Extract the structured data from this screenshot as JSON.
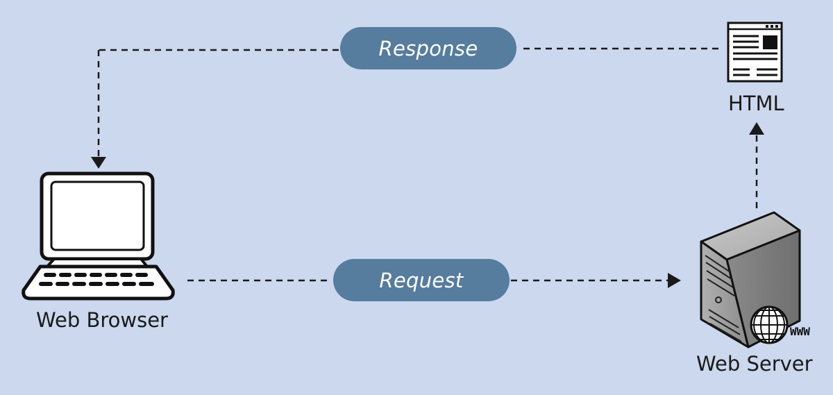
{
  "labels": {
    "response": "Response",
    "request": "Request",
    "html": "HTML",
    "web_browser": "Web Browser",
    "web_server": "Web Server",
    "www": "WWW"
  },
  "icons": [
    "laptop-icon",
    "html-document-icon",
    "server-icon",
    "globe-icon"
  ],
  "colors": {
    "background": "#cbd8ee",
    "pill": "#567c9e",
    "pill_text": "#ffffff",
    "line": "#1a1a1a"
  }
}
